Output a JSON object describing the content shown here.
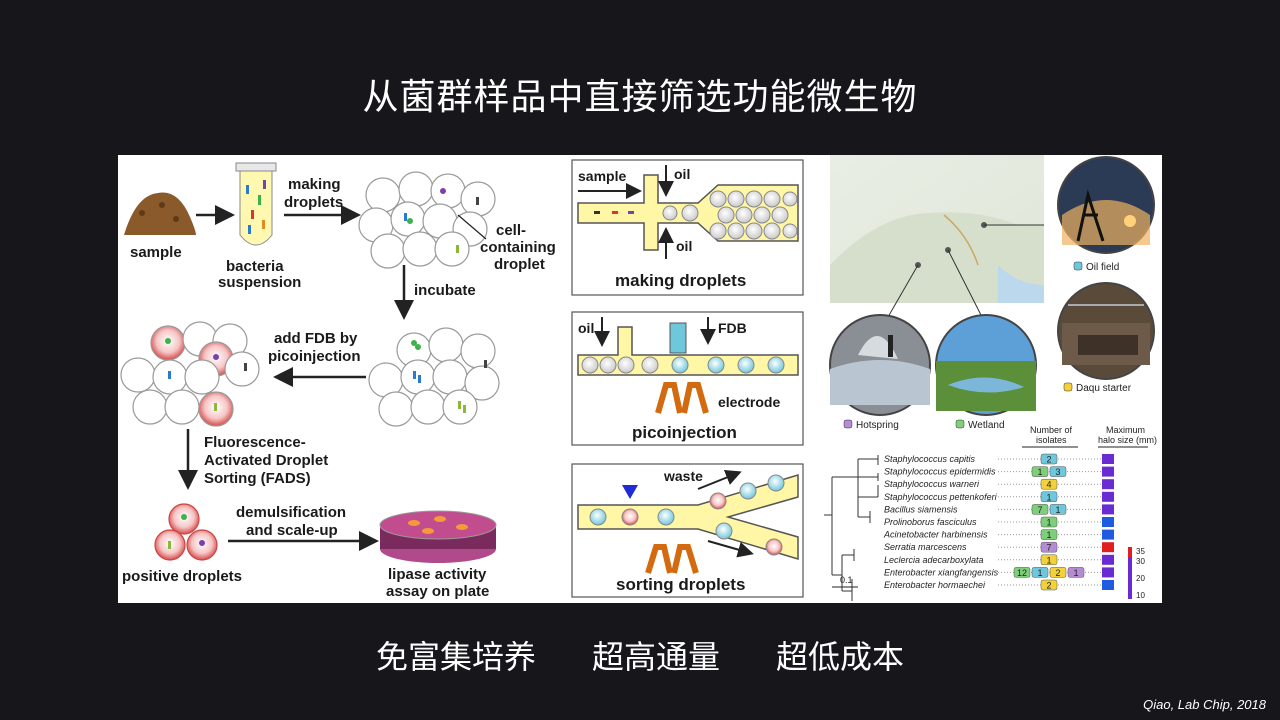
{
  "slide": {
    "title": "从菌群样品中直接筛选功能微生物",
    "keywords": [
      "免富集培养",
      "超高通量",
      "超低成本"
    ],
    "citation": "Qiao, Lab Chip, 2018"
  },
  "workflow": {
    "sample": "sample",
    "bacteria1": "bacteria",
    "bacteria2": "suspension",
    "making1": "making",
    "making2": "droplets",
    "cell1": "cell-",
    "cell2": "containing",
    "cell3": "droplet",
    "incubate": "incubate",
    "addfdb1": "add FDB by",
    "addfdb2": "picoinjection",
    "fads1": "Fluorescence-",
    "fads2": "Activated Droplet",
    "fads3": "Sorting (FADS)",
    "demul1": "demulsification",
    "demul2": "and scale-up",
    "positive": "positive droplets",
    "lipase1": "lipase activity",
    "lipase2": "assay on plate"
  },
  "microfluidics": {
    "panel1": {
      "sample": "sample",
      "oil_top": "oil",
      "oil_bottom": "oil",
      "caption": "making droplets"
    },
    "panel2": {
      "oil": "oil",
      "fdb": "FDB",
      "electrode": "electrode",
      "caption": "picoinjection"
    },
    "panel3": {
      "waste": "waste",
      "caption": "sorting droplets"
    }
  },
  "sites": {
    "oil_field": "Oil field",
    "daqu": "Daqu starter",
    "hotspring": "Hotspring",
    "wetland": "Wetland"
  },
  "tree": {
    "col_isolates1": "Number of",
    "col_isolates2": "isolates",
    "col_halo1": "Maximum",
    "col_halo2": "halo size (mm)",
    "scale": "0.1",
    "legend_ticks": [
      "35",
      "30",
      "20",
      "10"
    ],
    "species": [
      {
        "name": "Staphylococcus capitis",
        "counts": [
          "2"
        ]
      },
      {
        "name": "Staphylococcus epidermidis",
        "counts": [
          "1",
          "3"
        ]
      },
      {
        "name": "Staphylococcus warneri",
        "counts": [
          "4"
        ]
      },
      {
        "name": "Staphylococcus pettenkoferi",
        "counts": [
          "1"
        ]
      },
      {
        "name": "Bacillus siamensis",
        "counts": [
          "7",
          "1"
        ]
      },
      {
        "name": "Prolinoborus fasciculus",
        "counts": [
          "1"
        ]
      },
      {
        "name": "Acinetobacter harbinensis",
        "counts": [
          "1"
        ]
      },
      {
        "name": "Serratia marcescens",
        "counts": [
          "7"
        ]
      },
      {
        "name": "Leclercia adecarboxylata",
        "counts": [
          "1"
        ]
      },
      {
        "name": "Enterobacter xiangfangensis",
        "counts": [
          "12",
          "1",
          "2",
          "1"
        ]
      },
      {
        "name": "Enterobacter hormaechei",
        "counts": [
          "2"
        ]
      }
    ]
  }
}
